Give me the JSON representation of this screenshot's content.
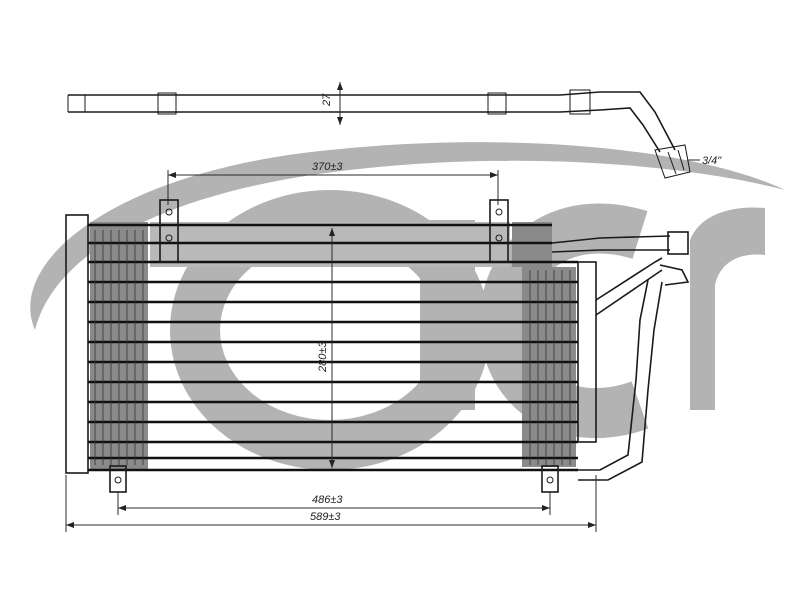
{
  "logo": {
    "text": "acr",
    "color": "#9e9e9e"
  },
  "dimensions": {
    "top_pipe_height": "27",
    "thread_size": "3/4\"",
    "bracket_spacing": "370±3",
    "core_height": "280±3",
    "mount_spacing": "486±3",
    "overall_width": "589±3"
  },
  "colors": {
    "line": "#1a1a1a",
    "fin_dark": "#8a8a8a",
    "fin_light": "#b9b9b9"
  }
}
